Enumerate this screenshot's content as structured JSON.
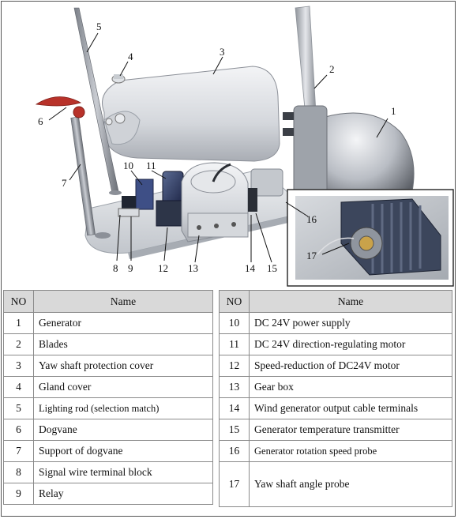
{
  "callouts": [
    "1",
    "2",
    "3",
    "4",
    "5",
    "6",
    "7",
    "8",
    "9",
    "10",
    "11",
    "12",
    "13",
    "14",
    "15",
    "16",
    "17"
  ],
  "table": {
    "header_no": "NO",
    "header_name": "Name",
    "left_rows": [
      {
        "no": "1",
        "name": "Generator"
      },
      {
        "no": "2",
        "name": "Blades"
      },
      {
        "no": "3",
        "name": "Yaw shaft protection cover"
      },
      {
        "no": "4",
        "name": "Gland cover"
      },
      {
        "no": "5",
        "name": "Lighting rod (selection match)"
      },
      {
        "no": "6",
        "name": "Dogvane"
      },
      {
        "no": "7",
        "name": "Support of dogvane"
      },
      {
        "no": "8",
        "name": "Signal wire terminal block"
      },
      {
        "no": "9",
        "name": "Relay"
      }
    ],
    "right_rows": [
      {
        "no": "10",
        "name": "DC 24V power supply"
      },
      {
        "no": "11",
        "name": "DC 24V direction-regulating motor"
      },
      {
        "no": "12",
        "name": "Speed-reduction of DC24V motor"
      },
      {
        "no": "13",
        "name": "Gear box"
      },
      {
        "no": "14",
        "name": "Wind generator output cable terminals"
      },
      {
        "no": "15",
        "name": "Generator temperature transmitter"
      },
      {
        "no": "16",
        "name": "Generator rotation speed probe"
      },
      {
        "no": "17",
        "name": "Yaw shaft angle probe"
      }
    ]
  },
  "colors": {
    "metal_light": "#e6e8ec",
    "metal_mid": "#b8bcc3",
    "metal_dark": "#6d7178",
    "motor_blue": "#2b3a6e",
    "dogvane_red": "#b8322a",
    "table_header": "#d9d9d9"
  }
}
